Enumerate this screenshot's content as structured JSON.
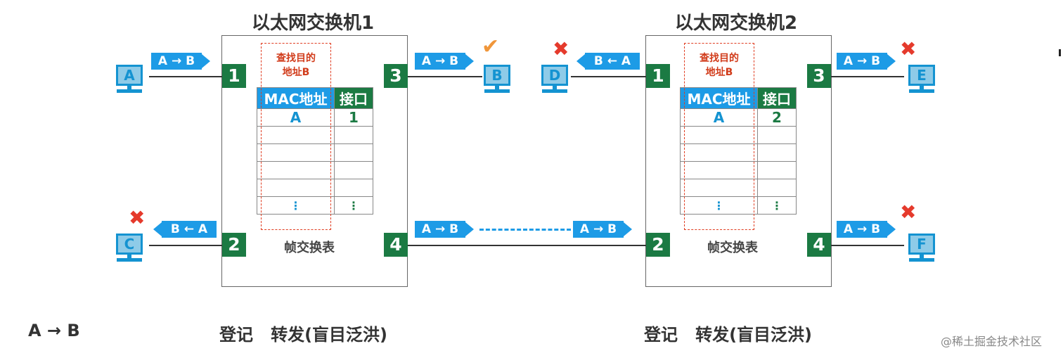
{
  "switch1": {
    "title": "以太网交换机1",
    "ports": {
      "p1": "1",
      "p2": "2",
      "p3": "3",
      "p4": "4"
    },
    "lookup": "查找目的\n地址B",
    "table_header": {
      "mac": "MAC地址",
      "port": "接口"
    },
    "first_row": {
      "mac": "A",
      "port": "1"
    },
    "table_caption": "帧交换表"
  },
  "switch2": {
    "title": "以太网交换机2",
    "ports": {
      "p1": "1",
      "p2": "2",
      "p3": "3",
      "p4": "4"
    },
    "lookup": "查找目的\n地址B",
    "table_header": {
      "mac": "MAC地址",
      "port": "接口"
    },
    "first_row": {
      "mac": "A",
      "port": "2"
    },
    "table_caption": "帧交换表"
  },
  "hosts": {
    "a": "A",
    "b": "B",
    "c": "C",
    "d": "D",
    "e": "E",
    "f": "F"
  },
  "frames": {
    "a_to_b": "A → B",
    "b_to_a": "B ← A"
  },
  "ellipsis": "⋮",
  "bottom": {
    "left_frame": "A → B",
    "steps_1": "登记   转发(盲目泛洪)",
    "steps_2": "登记   转发(盲目泛洪)"
  },
  "watermark": "@稀土掘金技术社区",
  "colors": {
    "blue": "#1d9be6",
    "green": "#1b7a43",
    "red": "#e53a2c",
    "orange": "#f0963a"
  }
}
